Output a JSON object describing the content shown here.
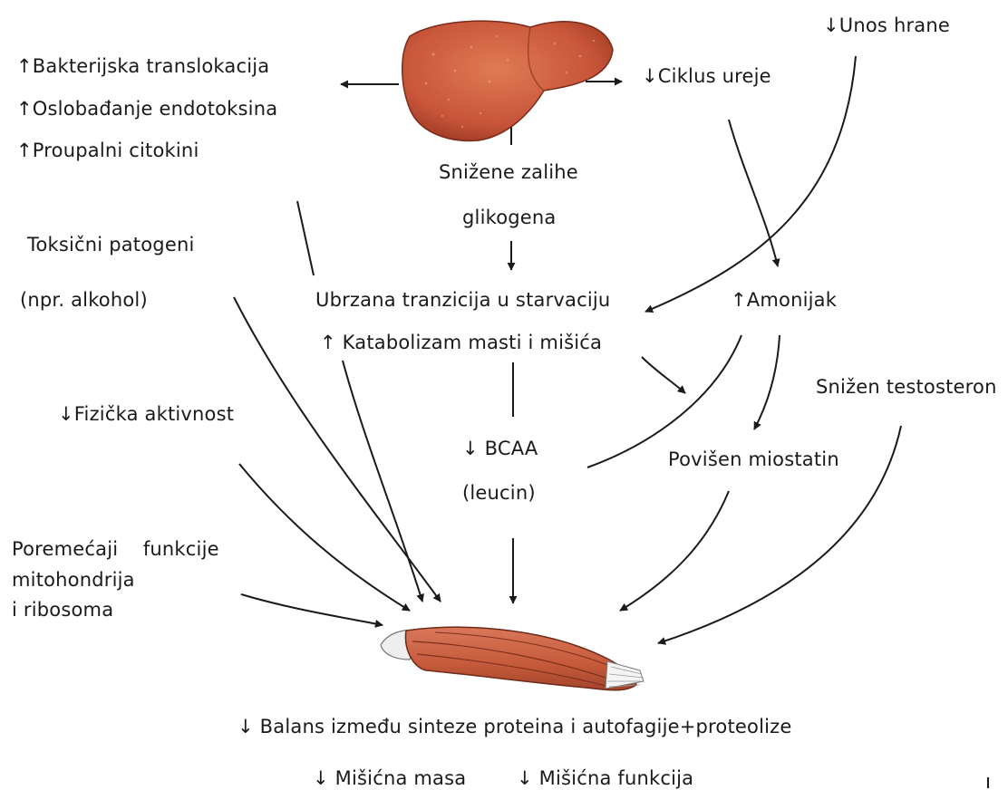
{
  "labels": {
    "bacterial_translocation": "↑Bakterijska translokacija",
    "endotoxin_release": "↑Oslobađanje endotoksina",
    "proinflammatory_cytokines": "↑Proupalni citokini",
    "urea_cycle": "↓Ciklus ureje",
    "food_intake": "↓Unos hrane",
    "glycogen_line1": "Snižene zalihe",
    "glycogen_line2": "glikogena",
    "toxic_pathogens_line1": "Toksični patogeni",
    "toxic_pathogens_line2": "(npr. alkohol)",
    "starvation_transition": "Ubrzana tranzicija u starvaciju",
    "catabolism": "↑ Katabolizam masti i mišića",
    "ammonia": "↑Amonijak",
    "physical_activity": "↓Fizička aktivnost",
    "bcaa": "↓ BCAA",
    "leucine": "(leucin)",
    "low_testosterone": "Snižen testosteron",
    "myostatin": "Povišen miostatin",
    "mito_line1": "Poremećaji    funkcije",
    "mito_line2": "mitohondrija",
    "mito_line3": "i ribosoma",
    "protein_balance": "↓ Balans između sinteze proteina i autofagije+proteolize",
    "muscle_mass": "↓ Mišićna masa",
    "muscle_function": "↓ Mišićna funkcija"
  },
  "colors": {
    "liver": "#c8553a",
    "muscle": "#c9603f",
    "text": "#1a1a1a"
  }
}
